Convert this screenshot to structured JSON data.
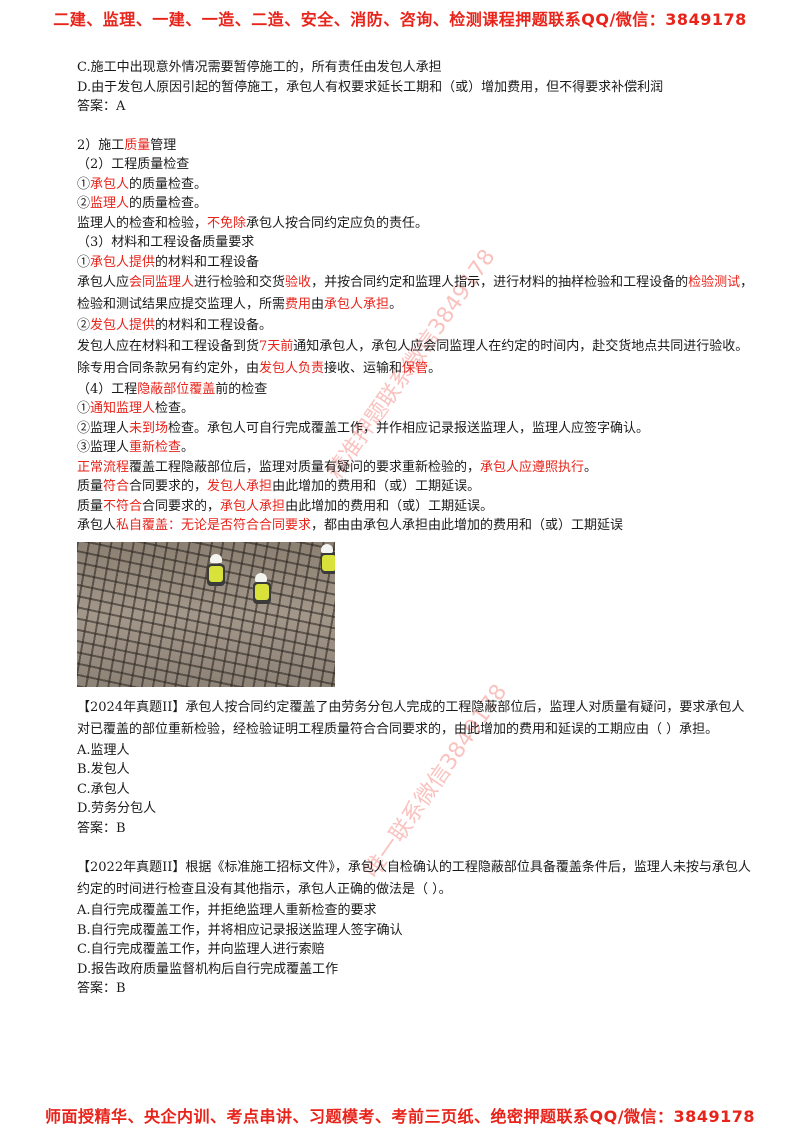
{
  "header_banner": "二建、监理、一建、一造、二造、安全、消防、咨询、检测课程押题联系QQ/微信：3849178",
  "footer_banner": "师面授精华、央企内训、考点串讲、习题模考、考前三页纸、绝密押题联系QQ/微信：3849178",
  "watermarks": [
    "精准押题联系微信3849178",
    "唯一联系微信3849178"
  ],
  "intro": {
    "option_c": "C.施工中出现意外情况需要暂停施工的，所有责任由发包人承担",
    "option_d": "D.由于发包人原因引起的暂停施工，承包人有权要求延长工期和（或）增加费用，但不得要求补偿利润",
    "answer": "答案：A"
  },
  "section": {
    "heading_pre": "2）施工",
    "heading_red": "质量",
    "heading_post": "管理",
    "sub2_title": "（2）工程质量检查",
    "check1_circ": "①",
    "check1_red": "承包人",
    "check1_post": "的质量检查。",
    "check2_circ": "②",
    "check2_red": "监理人",
    "check2_post": "的质量检查。",
    "note_pre": "监理人的检查和检验，",
    "note_red": "不免除",
    "note_post": "承包人按合同约定应负的责任。",
    "sub3_title": "（3）材料和工程设备质量要求",
    "m1_circ": "①",
    "m1_red": "承包人提供",
    "m1_post": "的材料和工程设备",
    "m1_body_a": "承包人应",
    "m1_body_b": "会同监理人",
    "m1_body_c": "进行检验和交货",
    "m1_body_d": "验收",
    "m1_body_e": "，并按合同约定和监理人指示，进行材料的抽样检验和工程设备的",
    "m1_body_f": "检验测试",
    "m1_body_g": "，检验和测试结果应提交监理人，所需",
    "m1_body_h": "费用",
    "m1_body_i": "由",
    "m1_body_j": "承包人承担",
    "m1_body_k": "。",
    "m2_circ": "②",
    "m2_red": "发包人提供",
    "m2_post": "的材料和工程设备。",
    "m2_body_a": "发包人应在材料和工程设备到货",
    "m2_body_b": "7天前",
    "m2_body_c": "通知承包人，承包人应会同监理人在约定的时间内，赴交货地点共同进行验收。除专用合同条款另有约定外，由",
    "m2_body_d": "发包人负责",
    "m2_body_e": "接收、运输和",
    "m2_body_f": "保管",
    "m2_body_g": "。",
    "sub4_pre": "（4）工程",
    "sub4_red": "隐蔽部位覆盖",
    "sub4_post": "前的检查",
    "h1_circ": "①",
    "h1_red": "通知监理人",
    "h1_post": "检查。",
    "h2_pre": "②监理人",
    "h2_red": "未到场",
    "h2_post": "检查。承包人可自行完成覆盖工作，并作相应记录报送监理人，监理人应签字确认。",
    "h3_pre": "③监理人",
    "h3_red": "重新检查",
    "h3_post": "。",
    "n1_red": "正常流程",
    "n1_mid": "覆盖工程隐蔽部位后，监理对质量有疑问的要求重新检验的，",
    "n1_red2": "承包人应遵照执行",
    "n1_post": "。",
    "n2_pre": "质量",
    "n2_red": "符合",
    "n2_mid": "合同要求的，",
    "n2_red2": "发包人承担",
    "n2_post": "由此增加的费用和（或）工期延误。",
    "n3_pre": "质量",
    "n3_red": "不符合",
    "n3_mid": "合同要求的，",
    "n3_red2": "承包人承担",
    "n3_post": "由此增加的费用和（或）工期延误。",
    "n4_pre": "承包人",
    "n4_red": "私自覆盖：无论是否符合合同要求",
    "n4_post": "，都由由承包人承担由此增加的费用和（或）工期延误"
  },
  "q2024": {
    "stem": "【2024年真题II】承包人按合同约定覆盖了由劳务分包人完成的工程隐蔽部位后，监理人对质量有疑问，要求承包人对已覆盖的部位重新检验，经检验证明工程质量符合合同要求的，由此增加的费用和延误的工期应由（  ）承担。",
    "options": [
      "A.监理人",
      "B.发包人",
      "C.承包人",
      "D.劳务分包人"
    ],
    "answer": "答案：B"
  },
  "q2022": {
    "stem": "【2022年真题II】根据《标准施工招标文件》，承包人自检确认的工程隐蔽部位具备覆盖条件后，监理人未按与承包人约定的时间进行检查且没有其他指示，承包人正确的做法是（  ）。",
    "options": [
      "A.自行完成覆盖工作，并拒绝监理人重新检查的要求",
      "B.自行完成覆盖工作，并将相应记录报送监理人签字确认",
      "C.自行完成覆盖工作，并向监理人进行索赔",
      "D.报告政府质量监督机构后自行完成覆盖工作"
    ],
    "answer": "答案：B"
  },
  "colors": {
    "accent_red": "#e8231a",
    "text": "#1a1a1a"
  },
  "photo_icon": "rebar-workers-photo"
}
